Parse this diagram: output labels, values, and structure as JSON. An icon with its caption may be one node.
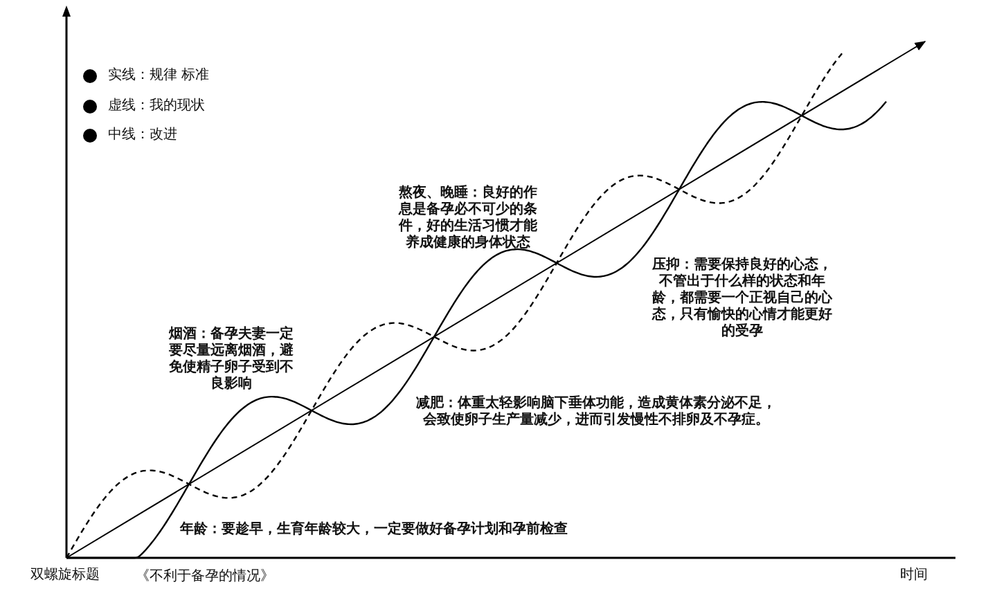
{
  "diagram": {
    "labels": [
      "烟酒：备孕夫妻一定要尽量远离烟酒，避免使精子卵子受到不良影响",
      "熬夜、晚睡：良好的作息是备孕必不可少的条件，好的生活习惯才能养成健康的身体状态",
      "压抑：需要保持良好的心态，不管出于什么样的状态和年龄，都需要一个正视自己的心态，只有愉快的心情才能更好的受孕",
      "减肥：体重太轻影响脑下垂体功能，造成黄体素分泌不足，会致使卵子生产量减少，进而引发慢性不排卵及不孕症。",
      "年龄：要趁早，生育年龄较大，一定要做好备孕计划和孕前检查",
      "双螺旋标题",
      "《不利于备孕的情况》",
      "时间"
    ],
    "legend": [
      {
        "text": "实线：规律 标准",
        "color": "#000000"
      },
      {
        "text": "虚线：我的现状",
        "color": "#000000"
      },
      {
        "text": "中线：改进",
        "color": "#000000"
      }
    ]
  }
}
